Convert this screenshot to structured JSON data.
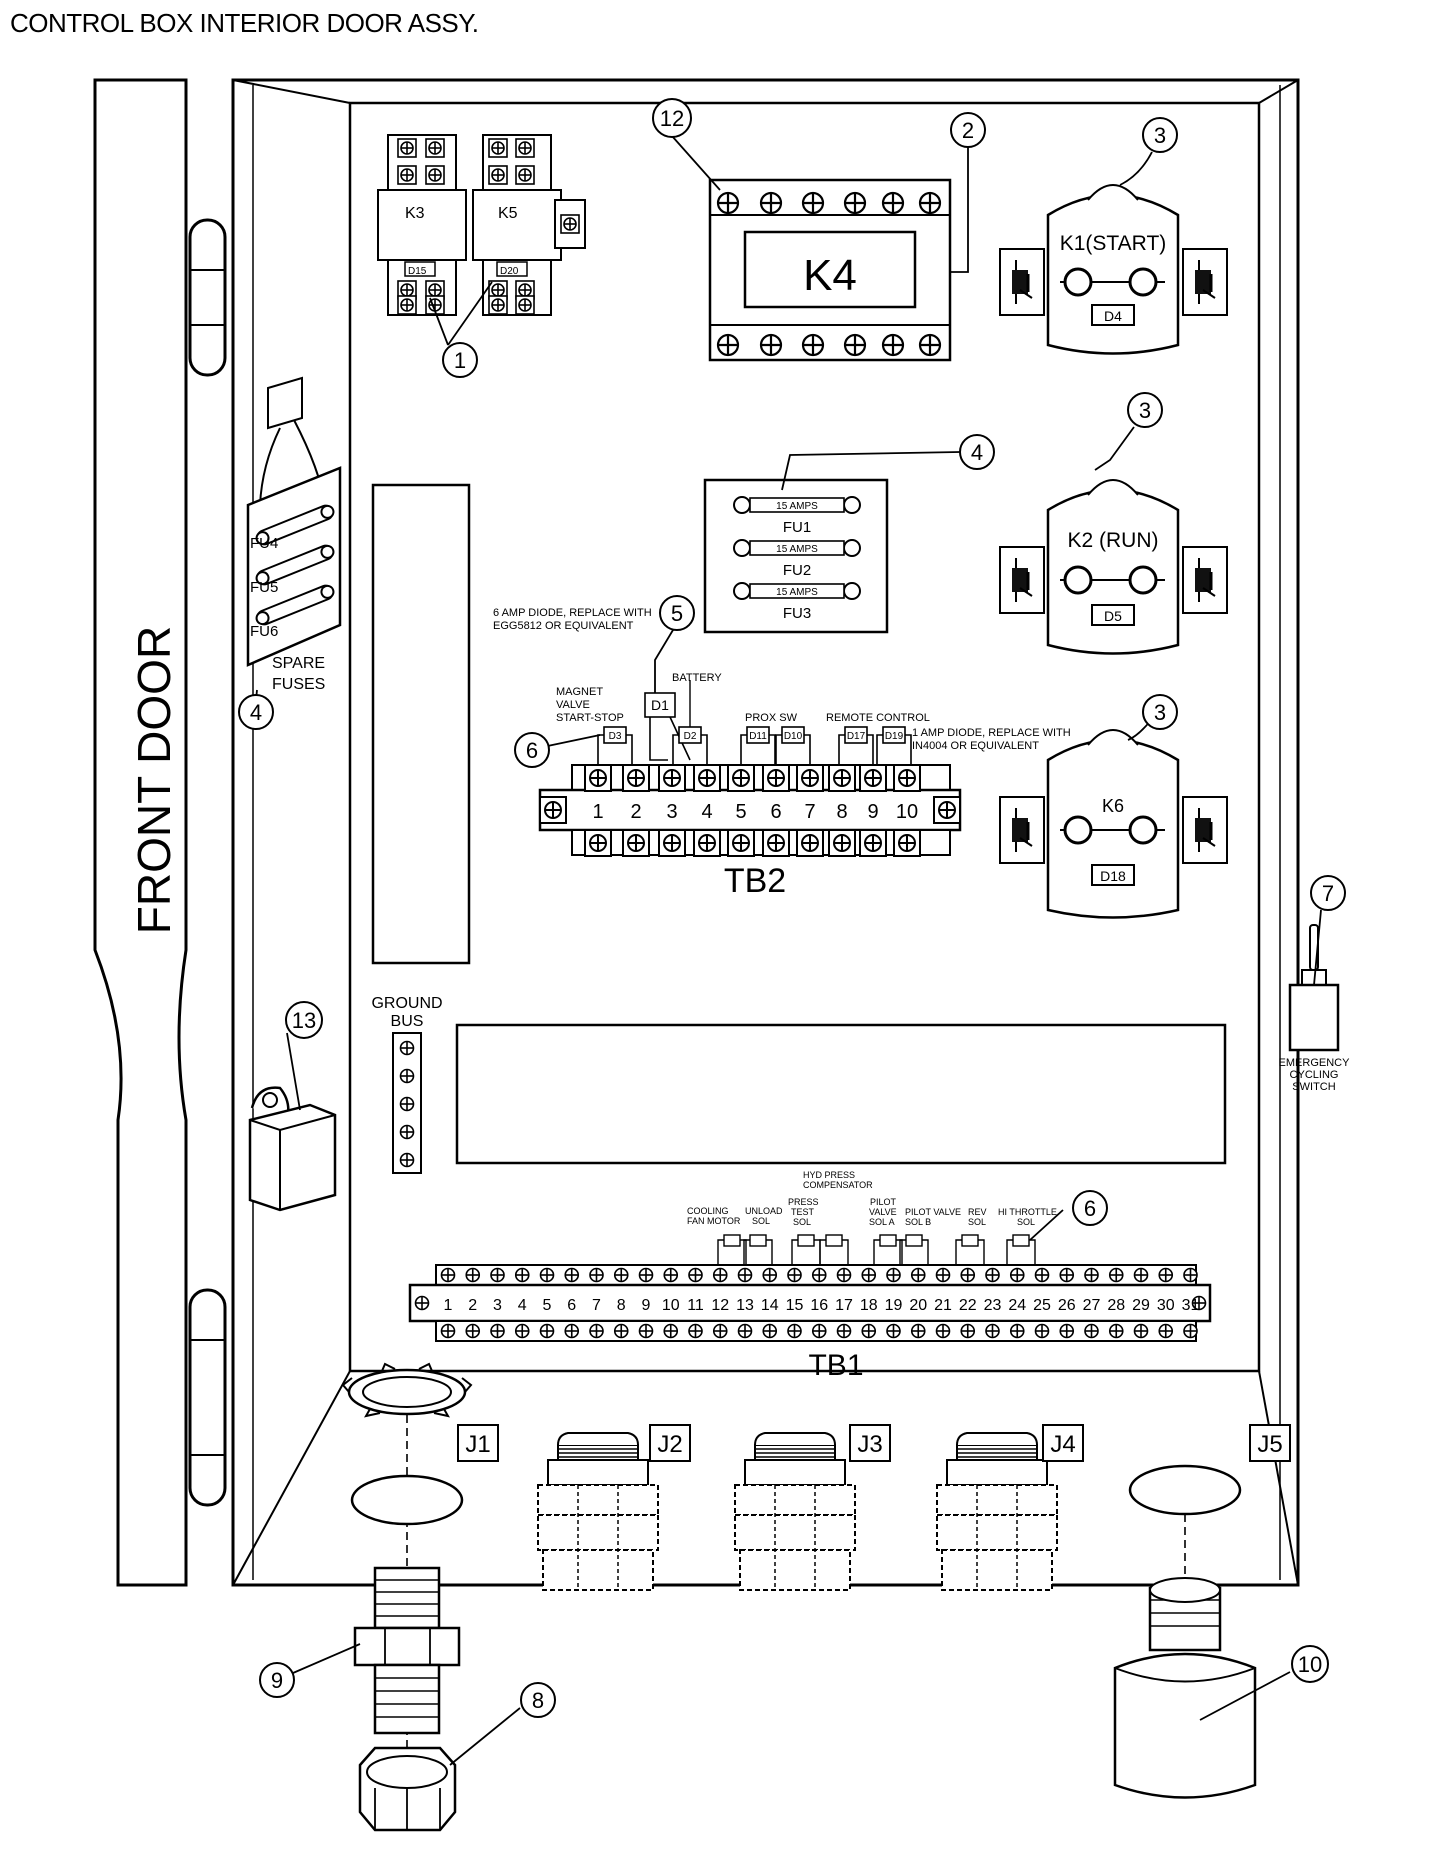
{
  "title": "CONTROL BOX INTERIOR DOOR ASSY.",
  "front_door_label": "FRONT DOOR",
  "components": {
    "k3": "K3",
    "k5": "K5",
    "d15": "D15",
    "d20": "D20",
    "k4": "K4",
    "k1": "K1(START)",
    "d4": "D4",
    "k2": "K2 (RUN)",
    "d5": "D5",
    "k6": "K6",
    "d18": "D18",
    "fuse_rating": "15 AMPS",
    "fu1": "FU1",
    "fu2": "FU2",
    "fu3": "FU3",
    "fu4": "FU4",
    "fu5": "FU5",
    "fu6": "FU6",
    "spare_fuses_1": "SPARE",
    "spare_fuses_2": "FUSES",
    "ground_bus_1": "GROUND",
    "ground_bus_2": "BUS",
    "emergency_1": "EMERGENCY",
    "emergency_2": "CYCLING",
    "emergency_3": "SWITCH",
    "tb2": "TB2",
    "tb1": "TB1",
    "d1": "D1",
    "d2": "D2",
    "d3": "D3",
    "d10": "D10",
    "d11": "D11",
    "d17": "D17",
    "d19": "D19"
  },
  "notes": {
    "diode_6a_1": "6 AMP DIODE, REPLACE WITH",
    "diode_6a_2": "EGG5812  OR EQUIVALENT",
    "diode_1a_1": "1 AMP DIODE, REPLACE WITH",
    "diode_1a_2": "IN4004 OR EQUIVALENT",
    "magnet_1": "MAGNET",
    "magnet_2": "VALVE",
    "magnet_3": "START-STOP",
    "battery": "BATTERY",
    "prox_sw": "PROX SW",
    "remote_control": "REMOTE  CONTROL"
  },
  "tb1_labels": {
    "cooling_1": "COOLING",
    "cooling_2": "FAN MOTOR",
    "unload_1": "UNLOAD",
    "unload_2": "SOL",
    "press_1": "PRESS",
    "press_2": "TEST",
    "press_3": "SOL",
    "hyd_1": "HYD PRESS",
    "hyd_2": "COMPENSATOR",
    "pilot_a_1": "PILOT",
    "pilot_a_2": "VALVE",
    "pilot_a_3": "SOL A",
    "pilot_b_1": "PILOT VALVE",
    "pilot_b_2": "SOL B",
    "rev_1": "REV",
    "rev_2": "SOL",
    "hi_1": "HI THROTTLE",
    "hi_2": "SOL"
  },
  "tb2_terminals": [
    "1",
    "2",
    "3",
    "4",
    "5",
    "6",
    "7",
    "8",
    "9",
    "10"
  ],
  "tb1_terminals": [
    "1",
    "2",
    "3",
    "4",
    "5",
    "6",
    "7",
    "8",
    "9",
    "10",
    "11",
    "12",
    "13",
    "14",
    "15",
    "16",
    "17",
    "18",
    "19",
    "20",
    "21",
    "22",
    "23",
    "24",
    "25",
    "26",
    "27",
    "28",
    "29",
    "30",
    "31"
  ],
  "callouts": {
    "c12": "12",
    "c2": "2",
    "c3a": "3",
    "c1": "1",
    "c3b": "3",
    "c4a": "4",
    "c5": "5",
    "c6a": "6",
    "c3c": "3",
    "c4b": "4",
    "c7": "7",
    "c13": "13",
    "c6b": "6",
    "c9": "9",
    "c8": "8",
    "c10": "10"
  },
  "jacks": {
    "j1": "J1",
    "j2": "J2",
    "j3": "J3",
    "j4": "J4",
    "j5": "J5"
  }
}
